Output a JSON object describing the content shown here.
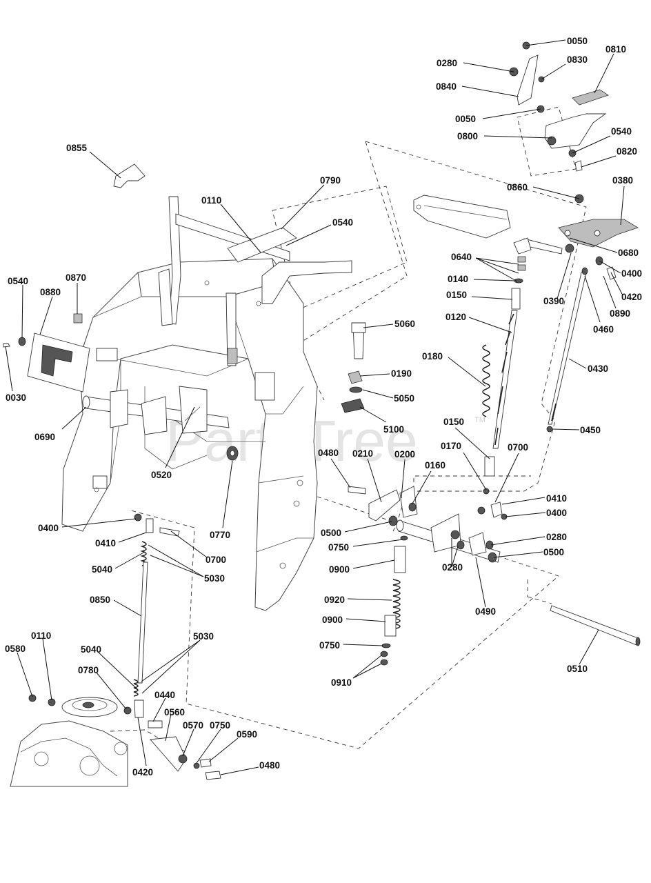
{
  "diagram": {
    "watermark": "PartsTree",
    "watermark_tm": "TM",
    "callouts": [
      {
        "id": "0050a",
        "text": "0050"
      },
      {
        "id": "0810",
        "text": "0810"
      },
      {
        "id": "0280a",
        "text": "0280"
      },
      {
        "id": "0830",
        "text": "0830"
      },
      {
        "id": "0840",
        "text": "0840"
      },
      {
        "id": "0050b",
        "text": "0050"
      },
      {
        "id": "0800",
        "text": "0800"
      },
      {
        "id": "0540a",
        "text": "0540"
      },
      {
        "id": "0820",
        "text": "0820"
      },
      {
        "id": "0855",
        "text": "0855"
      },
      {
        "id": "0860",
        "text": "0860"
      },
      {
        "id": "0380",
        "text": "0380"
      },
      {
        "id": "0790",
        "text": "0790"
      },
      {
        "id": "0110a",
        "text": "0110"
      },
      {
        "id": "0540b",
        "text": "0540"
      },
      {
        "id": "0680",
        "text": "0680"
      },
      {
        "id": "0640",
        "text": "0640"
      },
      {
        "id": "0400a",
        "text": "0400"
      },
      {
        "id": "0140",
        "text": "0140"
      },
      {
        "id": "0420a",
        "text": "0420"
      },
      {
        "id": "0390",
        "text": "0390"
      },
      {
        "id": "0150a",
        "text": "0150"
      },
      {
        "id": "0890",
        "text": "0890"
      },
      {
        "id": "0540c",
        "text": "0540"
      },
      {
        "id": "0870",
        "text": "0870"
      },
      {
        "id": "0120",
        "text": "0120"
      },
      {
        "id": "0460",
        "text": "0460"
      },
      {
        "id": "0880",
        "text": "0880"
      },
      {
        "id": "5060",
        "text": "5060"
      },
      {
        "id": "0180",
        "text": "0180"
      },
      {
        "id": "0430",
        "text": "0430"
      },
      {
        "id": "0190",
        "text": "0190"
      },
      {
        "id": "0030",
        "text": "0030"
      },
      {
        "id": "5050",
        "text": "5050"
      },
      {
        "id": "0150b",
        "text": "0150"
      },
      {
        "id": "5100",
        "text": "5100"
      },
      {
        "id": "0450",
        "text": "0450"
      },
      {
        "id": "0690",
        "text": "0690"
      },
      {
        "id": "0170",
        "text": "0170"
      },
      {
        "id": "0700a",
        "text": "0700"
      },
      {
        "id": "0480a",
        "text": "0480"
      },
      {
        "id": "0210",
        "text": "0210"
      },
      {
        "id": "0200",
        "text": "0200"
      },
      {
        "id": "0160",
        "text": "0160"
      },
      {
        "id": "0520",
        "text": "0520"
      },
      {
        "id": "0410a",
        "text": "0410"
      },
      {
        "id": "0400b",
        "text": "0400"
      },
      {
        "id": "0400c",
        "text": "0400"
      },
      {
        "id": "0500a",
        "text": "0500"
      },
      {
        "id": "0770",
        "text": "0770"
      },
      {
        "id": "0280b",
        "text": "0280"
      },
      {
        "id": "0410b",
        "text": "0410"
      },
      {
        "id": "0750a",
        "text": "0750"
      },
      {
        "id": "0500b",
        "text": "0500"
      },
      {
        "id": "0700b",
        "text": "0700"
      },
      {
        "id": "5040a",
        "text": "5040"
      },
      {
        "id": "0900a",
        "text": "0900"
      },
      {
        "id": "0280c",
        "text": "0280"
      },
      {
        "id": "5030a",
        "text": "5030"
      },
      {
        "id": "0850",
        "text": "0850"
      },
      {
        "id": "0920",
        "text": "0920"
      },
      {
        "id": "0490",
        "text": "0490"
      },
      {
        "id": "0900b",
        "text": "0900"
      },
      {
        "id": "0110b",
        "text": "0110"
      },
      {
        "id": "5030b",
        "text": "5030"
      },
      {
        "id": "0750b",
        "text": "0750"
      },
      {
        "id": "0580",
        "text": "0580"
      },
      {
        "id": "5040b",
        "text": "5040"
      },
      {
        "id": "0510",
        "text": "0510"
      },
      {
        "id": "0780",
        "text": "0780"
      },
      {
        "id": "0910",
        "text": "0910"
      },
      {
        "id": "0440",
        "text": "0440"
      },
      {
        "id": "0560",
        "text": "0560"
      },
      {
        "id": "0570",
        "text": "0570"
      },
      {
        "id": "0750c",
        "text": "0750"
      },
      {
        "id": "0590",
        "text": "0590"
      },
      {
        "id": "0420b",
        "text": "0420"
      },
      {
        "id": "0480b",
        "text": "0480"
      }
    ]
  }
}
